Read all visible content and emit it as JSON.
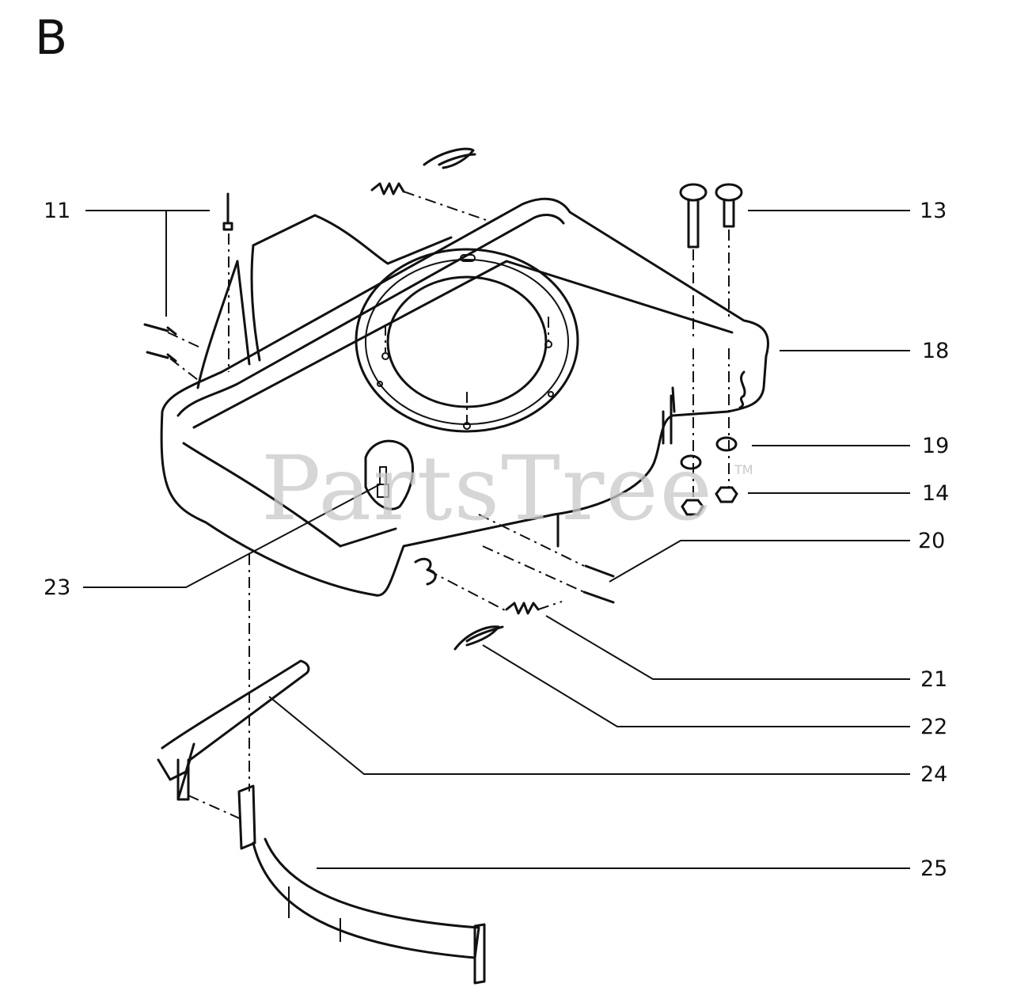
{
  "section_letter": "B",
  "watermark": {
    "text": "PartsTree",
    "trademark": "TM"
  },
  "callouts": {
    "c11": "11",
    "c13": "13",
    "c18": "18",
    "c19": "19",
    "c14": "14",
    "c20": "20",
    "c23": "23",
    "c21": "21",
    "c22": "22",
    "c24": "24",
    "c25": "25"
  }
}
